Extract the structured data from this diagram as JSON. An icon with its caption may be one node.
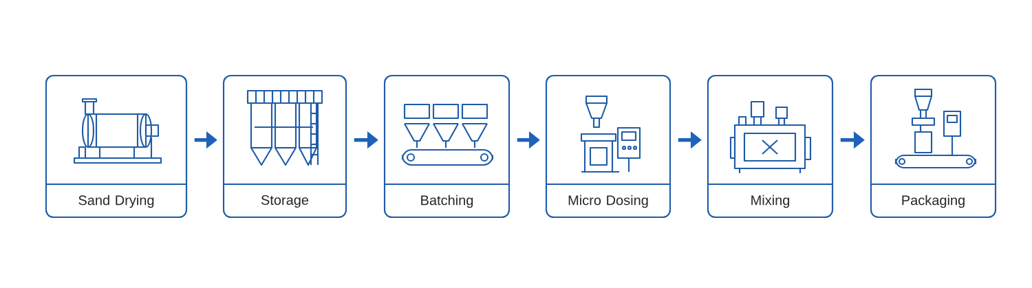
{
  "diagram": {
    "nodes": [
      {
        "text": [
          "Sand Drying"
        ]
      },
      {
        "text": [
          "Storage"
        ]
      },
      {
        "text": [
          "Batching"
        ]
      },
      {
        "text": [
          "Micro Dosing"
        ]
      },
      {
        "text": [
          "Mixing"
        ]
      },
      {
        "text": [
          "Packaging"
        ]
      }
    ],
    "edges": [
      {
        "from": 0,
        "to": 1,
        "arrow": "to"
      },
      {
        "from": 1,
        "to": 2,
        "arrow": "to"
      },
      {
        "from": 2,
        "to": 3,
        "arrow": "to"
      },
      {
        "from": 3,
        "to": 4,
        "arrow": "to"
      },
      {
        "from": 4,
        "to": 5,
        "arrow": "to"
      }
    ]
  }
}
